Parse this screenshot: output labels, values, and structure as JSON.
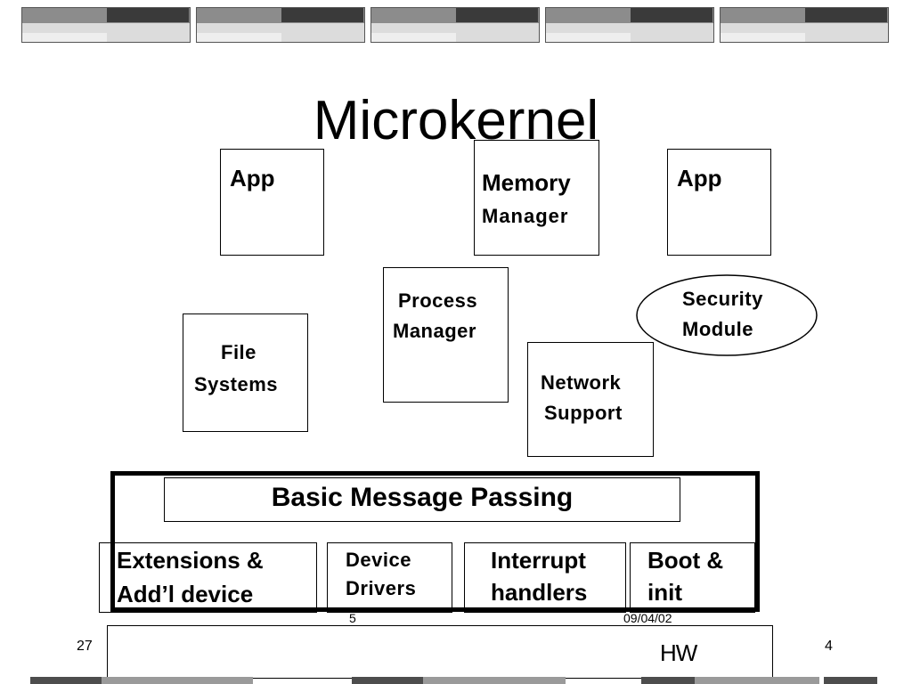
{
  "title": "Microkernel",
  "boxes": {
    "app_left": "App",
    "memory_manager": [
      "Memory",
      "Manager"
    ],
    "app_right": "App",
    "process_manager": [
      "Process",
      "Manager"
    ],
    "security_module": [
      "Security",
      "Module"
    ],
    "file_systems": [
      "File",
      "Systems"
    ],
    "network_support": [
      "Network",
      "Support"
    ]
  },
  "kernel": {
    "basic_message_passing": "Basic Message Passing",
    "extensions": [
      "Extensions &",
      "Add’l device"
    ],
    "device_drivers": [
      "Device",
      "Drivers"
    ],
    "interrupt_handlers": [
      "Interrupt",
      "handlers"
    ],
    "boot_init": [
      "Boot &",
      "init"
    ]
  },
  "hw": "HW",
  "footer": {
    "left_number": "27",
    "page_number": "5",
    "date": "09/04/02",
    "right_number": "4"
  }
}
